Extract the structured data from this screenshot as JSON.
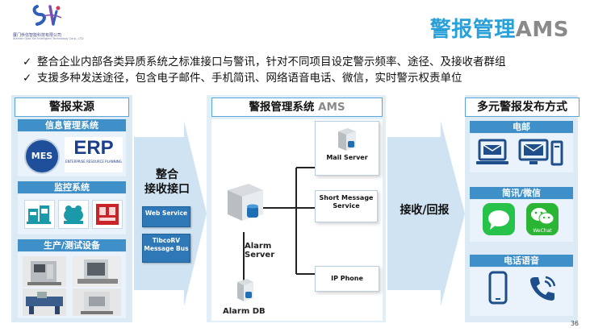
{
  "header": {
    "company_name": "厦门侨信智能科技有限公司",
    "company_en": "Xiamen Qiao Xin Intelligent Technology Corp., LTD",
    "title_cn": "警报管理",
    "title_en": "AMS"
  },
  "bullets": [
    "整合企业内部各类异质系统之标准接口与警讯，针对不同项目设定警示频率、途径、及接收者群组",
    "支援多种发送途径，包含电子邮件、手机简讯、网络语音电话、微信，实时警示权责单位"
  ],
  "sources": {
    "heading": "警报来源",
    "groups": [
      {
        "label": "信息管理系统",
        "items": [
          "MES",
          "ERP",
          "ENTERPRISE RESOURCE PLANNING"
        ]
      },
      {
        "label": "监控系统"
      },
      {
        "label": "生产/测试设备"
      }
    ]
  },
  "interface": {
    "label_line1": "整合",
    "label_line2": "接收接口",
    "buttons": [
      "Web Service",
      "TibcoRV Message Bus"
    ]
  },
  "ams": {
    "heading_cn": "警报管理系统",
    "heading_en": "AMS",
    "alarm_server": "Alarm Server",
    "alarm_db": "Alarm DB",
    "mail_server": "Mail Server",
    "sms_service": "Short Message Service",
    "ip_phone": "IP Phone"
  },
  "receive": {
    "label": "接收/回报"
  },
  "outputs": {
    "heading": "多元警报发布方式",
    "groups": [
      {
        "label": "电邮"
      },
      {
        "label": "简讯/微信",
        "wechat_text": "WeChat"
      },
      {
        "label": "电话语音"
      }
    ]
  },
  "page_number": "36",
  "colors": {
    "accent": "#2aa0d8",
    "strip": "#3f8fc8",
    "panel": "#dceaf5"
  }
}
